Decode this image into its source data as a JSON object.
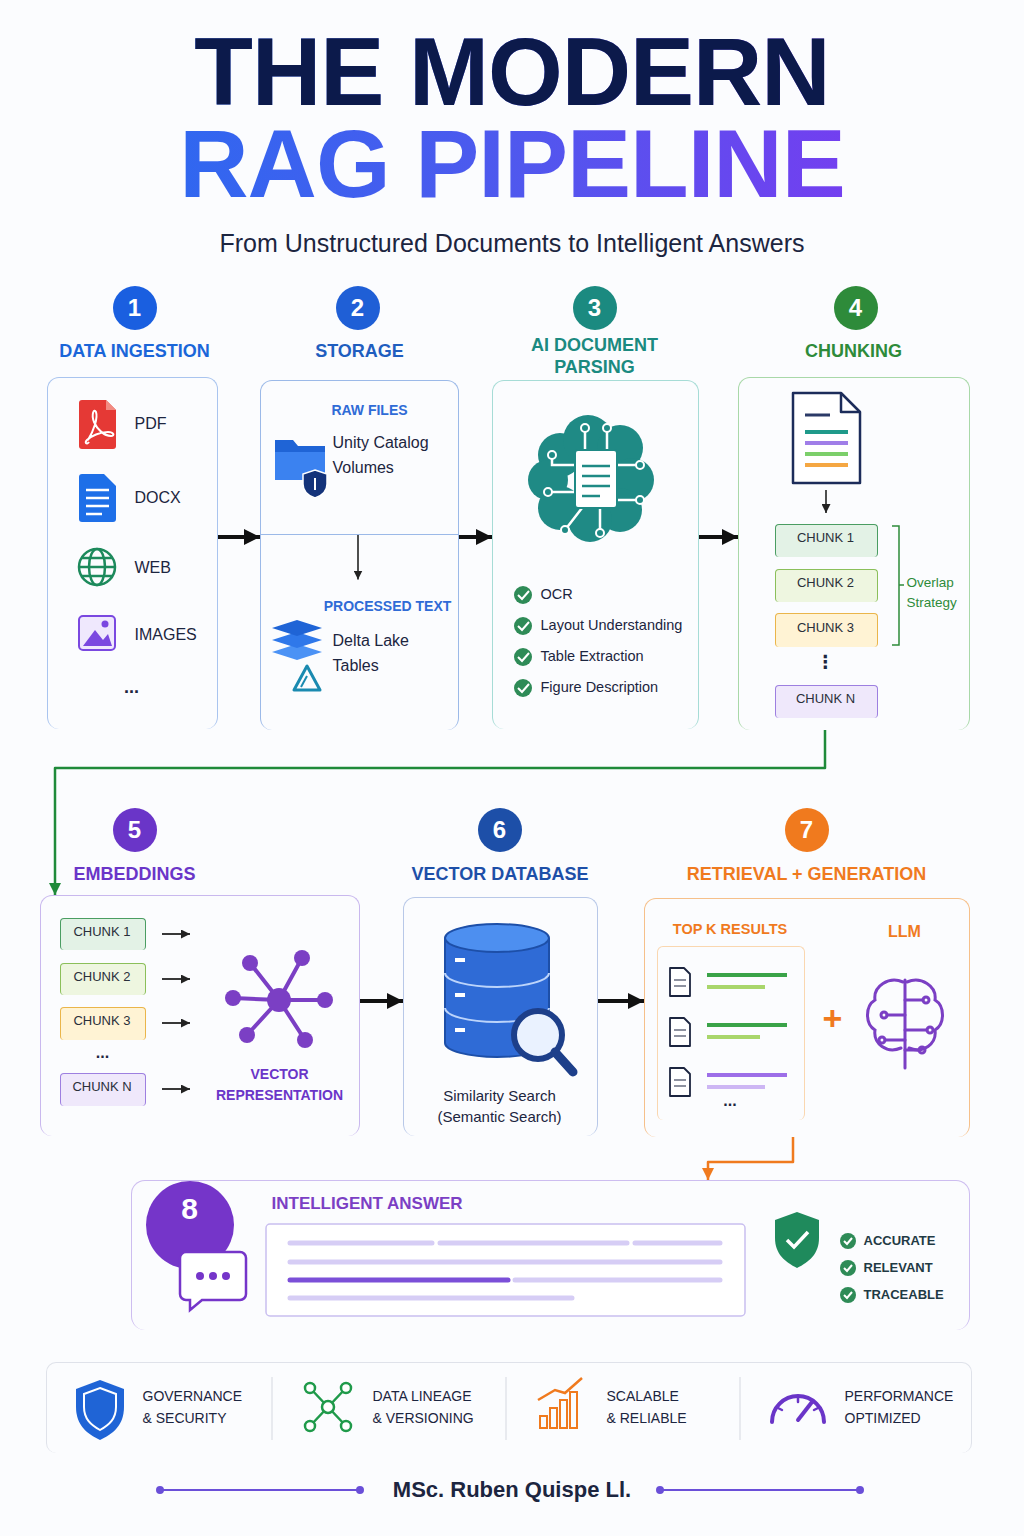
{
  "diagram": {
    "title": "THE MODERN RAG PIPELINE",
    "caption": "MSc. Ruben Quispe Ll.",
    "nodes": [
      {
        "text": [
          "1",
          "DATA INGESTION",
          "PDF",
          "DOCX",
          "WEB",
          "IMAGES",
          "..."
        ]
      },
      {
        "text": [
          "2",
          "STORAGE"
        ]
      },
      {
        "text": [
          "RAW FILES",
          "Unity Catalog Volumes"
        ],
        "in": 1
      },
      {
        "text": [
          "PROCESSED TEXT",
          "Delta Lake Tables"
        ],
        "in": 1
      },
      {
        "text": [
          "3",
          "AI DOCUMENT PARSING",
          "OCR",
          "Layout Understanding",
          "Table Extraction",
          "Figure Description"
        ]
      },
      {
        "text": [
          "4",
          "CHUNKING",
          "⋮",
          "Overlap Strategy"
        ]
      },
      {
        "text": [
          "CHUNK 1"
        ],
        "in": 5
      },
      {
        "text": [
          "CHUNK 2"
        ],
        "in": 5
      },
      {
        "text": [
          "CHUNK 3"
        ],
        "in": 5
      },
      {
        "text": [
          "CHUNK N"
        ],
        "in": 5
      },
      {
        "text": [
          "5",
          "EMBEDDINGS",
          "...",
          "VECTOR REPRESENTATION"
        ]
      },
      {
        "text": [
          "CHUNK 1"
        ],
        "in": 10
      },
      {
        "text": [
          "CHUNK 2"
        ],
        "in": 10
      },
      {
        "text": [
          "CHUNK 3"
        ],
        "in": 10
      },
      {
        "text": [
          "CHUNK N"
        ],
        "in": 10
      },
      {
        "text": [
          "6",
          "VECTOR DATABASE",
          "Similarity Search (Semantic Search)"
        ]
      },
      {
        "text": [
          "7",
          "RETRIEVAL + GENERATION",
          "LLM",
          "+"
        ]
      },
      {
        "text": [
          "TOP K RESULTS",
          "..."
        ],
        "in": 16
      },
      {
        "text": [
          "8",
          "INTELLIGENT ANSWER",
          "ACCURATE",
          "RELEVANT",
          "TRACEABLE"
        ]
      },
      {
        "text": [
          "GOVERNANCE & SECURITY",
          "DATA LINEAGE & VERSIONING",
          "SCALABLE & RELIABLE",
          "PERFORMANCE OPTIMIZED"
        ]
      }
    ],
    "edges": [
      {
        "from": 0,
        "to": 1,
        "arrow": "to"
      },
      {
        "from": 1,
        "to": 4,
        "arrow": "to"
      },
      {
        "from": 2,
        "to": 3,
        "arrow": "to"
      },
      {
        "from": 4,
        "to": 5,
        "arrow": "to"
      },
      {
        "from": 5,
        "to": 10,
        "arrow": "to"
      },
      {
        "from": 10,
        "to": 15,
        "arrow": "to"
      },
      {
        "from": 15,
        "to": 16,
        "arrow": "to"
      },
      {
        "from": 16,
        "to": 18,
        "arrow": "to"
      }
    ],
    "labels": [
      "From Unstructured Documents to Intelligent Answers"
    ]
  }
}
